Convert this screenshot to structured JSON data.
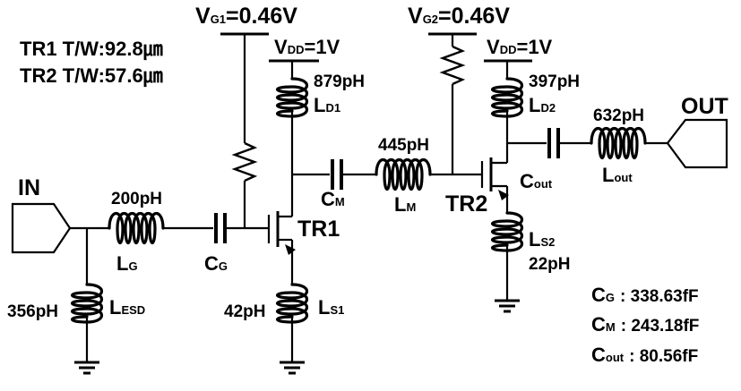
{
  "supplies": {
    "vg1": {
      "main": "V",
      "sub": "G1",
      "value": "=0.46V"
    },
    "vg2": {
      "main": "V",
      "sub": "G2",
      "value": "=0.46V"
    },
    "vdd1": {
      "main": "V",
      "sub": "DD",
      "value": "=1V"
    },
    "vdd2": {
      "main": "V",
      "sub": "DD",
      "value": "=1V"
    }
  },
  "transistor_sizes": {
    "tr1": "TR1 T/W:92.8㎛",
    "tr2": "TR2 T/W:57.6㎛"
  },
  "ports": {
    "in": "IN",
    "out": "OUT"
  },
  "transistors": {
    "tr1": "TR1",
    "tr2": "TR2"
  },
  "inductors": {
    "lg": {
      "main": "L",
      "sub": "G",
      "value": "200pH"
    },
    "lesd": {
      "main": "L",
      "sub": "ESD",
      "value": "356pH"
    },
    "ls1": {
      "main": "L",
      "sub": "S1",
      "value": "42pH"
    },
    "ld1": {
      "main": "L",
      "sub": "D1",
      "value": "879pH"
    },
    "lm": {
      "main": "L",
      "sub": "M",
      "value": "445pH"
    },
    "ld2": {
      "main": "L",
      "sub": "D2",
      "value": "397pH"
    },
    "ls2": {
      "main": "L",
      "sub": "S2",
      "value": "22pH"
    },
    "lout": {
      "main": "L",
      "sub": "out",
      "value": "632pH"
    }
  },
  "capacitors": {
    "cg": {
      "main": "C",
      "sub": "G"
    },
    "cm": {
      "main": "C",
      "sub": "M"
    },
    "cout": {
      "main": "C",
      "sub": "out"
    }
  },
  "capacitor_values": [
    {
      "main": "C",
      "sub": "G",
      "value": ": 338.63fF"
    },
    {
      "main": "C",
      "sub": "M",
      "value": ": 243.18fF"
    },
    {
      "main": "C",
      "sub": "out",
      "value": ": 80.56fF"
    }
  ]
}
